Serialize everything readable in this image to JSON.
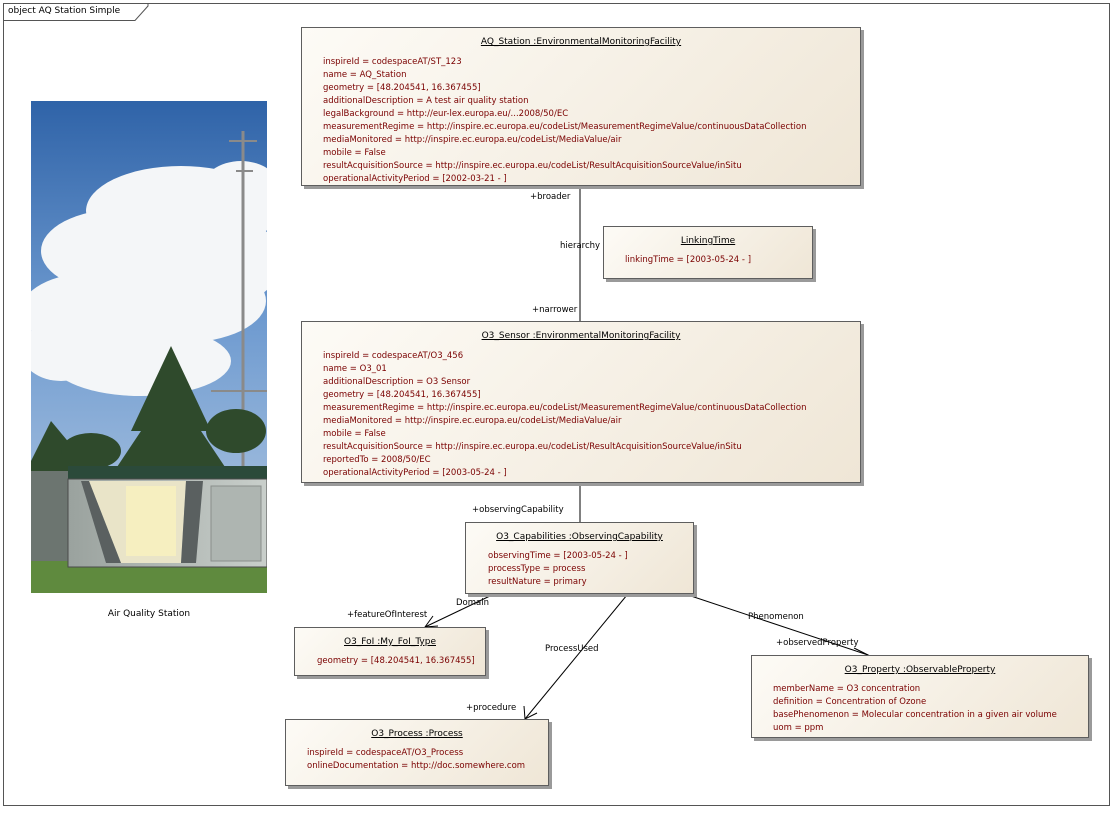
{
  "frame_title": "object AQ Station Simple",
  "photo": {
    "caption": "Air Quality Station"
  },
  "objects": {
    "aq_station": {
      "title": "AQ_Station :EnvironmentalMonitoringFacility",
      "attributes": [
        "inspireId = codespaceAT/ST_123",
        "name = AQ_Station",
        "geometry = [48.204541, 16.367455]",
        "additionalDescription = A test air quality station",
        "legalBackground = http://eur-lex.europa.eu/...2008/50/EC",
        "measurementRegime = http://inspire.ec.europa.eu/codeList/MeasurementRegimeValue/continuousDataCollection",
        "mediaMonitored = http://inspire.ec.europa.eu/codeList/MediaValue/air",
        "mobile = False",
        "resultAcquisitionSource =  http://inspire.ec.europa.eu/codeList/ResultAcquisitionSourceValue/inSitu",
        "operationalActivityPeriod = [2002-03-21 - ]"
      ]
    },
    "linking_time": {
      "title": "LinkingTime",
      "attributes": [
        "linkingTime = [2003-05-24 - ]"
      ]
    },
    "o3_sensor": {
      "title": "O3_Sensor :EnvironmentalMonitoringFacility",
      "attributes": [
        "inspireId = codespaceAT/O3_456",
        "name = O3_01",
        "additionalDescription = O3 Sensor",
        "geometry = [48.204541, 16.367455]",
        "measurementRegime = http://inspire.ec.europa.eu/codeList/MeasurementRegimeValue/continuousDataCollection",
        "mediaMonitored = http://inspire.ec.europa.eu/codeList/MediaValue/air",
        "mobile = False",
        "resultAcquisitionSource = http://inspire.ec.europa.eu/codeList/ResultAcquisitionSourceValue/inSitu",
        "reportedTo = 2008/50/EC",
        "operationalActivityPeriod = [2003-05-24 - ]"
      ]
    },
    "o3_capabilities": {
      "title": "O3_Capabilities :ObservingCapability",
      "attributes": [
        "observingTime = [2003-05-24 - ]",
        "processType = process",
        "resultNature = primary"
      ]
    },
    "o3_foi": {
      "title": "O3_FoI :My_FoI_Type",
      "attributes": [
        "geometry = [48.204541, 16.367455]"
      ]
    },
    "o3_property": {
      "title": "O3_Property :ObservableProperty",
      "attributes": [
        "memberName = O3 concentration",
        "definition = Concentration of Ozone",
        "basePhenomenon = Molecular concentration in a given air volume",
        "uom = ppm"
      ]
    },
    "o3_process": {
      "title": "O3_Process :Process",
      "attributes": [
        "inspireId = codespaceAT/O3_Process",
        "onlineDocumentation = http://doc.somewhere.com"
      ]
    }
  },
  "connector_labels": {
    "broader": "+broader",
    "hierarchy": "hierarchy",
    "narrower": "+narrower",
    "observing_capability": "+observingCapability",
    "domain": "Domain",
    "feature_of_interest": "+featureOfInterest",
    "process_used": "ProcessUsed",
    "procedure": "+procedure",
    "phenomenon": "Phenomenon",
    "observed_property": "+observedProperty"
  }
}
